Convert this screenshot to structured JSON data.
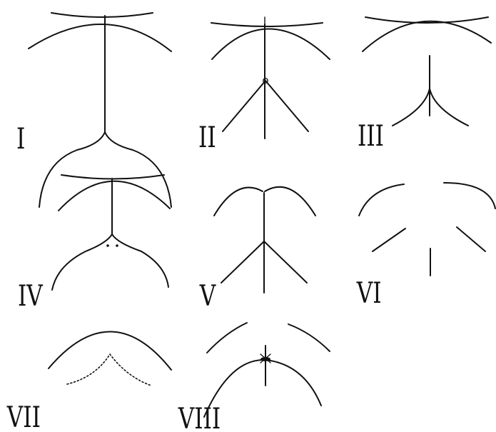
{
  "figure": {
    "panels": [
      {
        "id": "I",
        "label": "I"
      },
      {
        "id": "II",
        "label": "II"
      },
      {
        "id": "III",
        "label": "III"
      },
      {
        "id": "IV",
        "label": "IV"
      },
      {
        "id": "V",
        "label": "V"
      },
      {
        "id": "VI",
        "label": "VI"
      },
      {
        "id": "VII",
        "label": "VII"
      },
      {
        "id": "VIII",
        "label": "VIII"
      }
    ]
  }
}
